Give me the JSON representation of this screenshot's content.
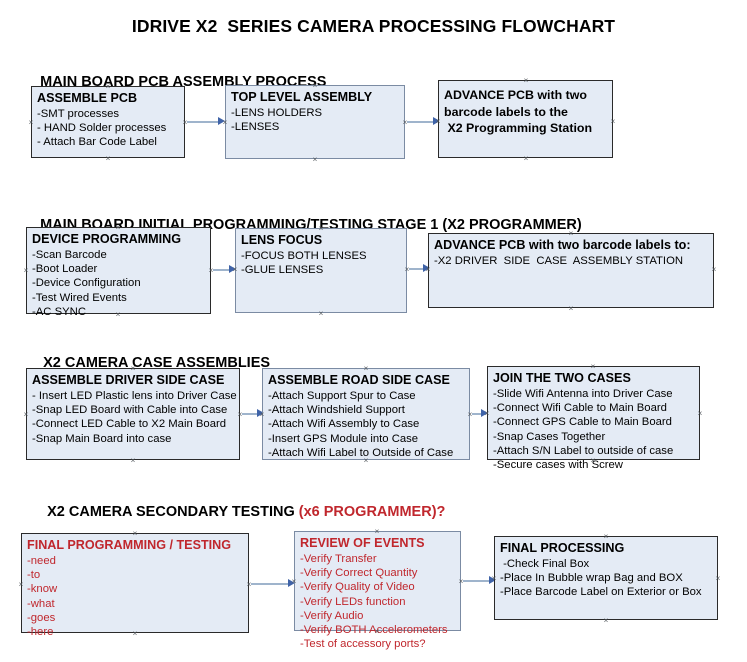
{
  "document": {
    "title": "IDRIVE X2  SERIES CAMERA PROCESSING FLOWCHART",
    "accent_color": "#c0272d",
    "box_fill": "#e4ebf5",
    "connector_color": "#9fb4cc",
    "arrow_color": "#3f63a8"
  },
  "sections": [
    {
      "heading": "MAIN BOARD PCB ASSEMBLY PROCESS",
      "heading_accent": "",
      "boxes": [
        {
          "name": "assemble-pcb",
          "title": "ASSEMBLE PCB",
          "lines": [
            "-SMT processes",
            "- HAND Solder processes",
            "- Attach Bar Code Label"
          ]
        },
        {
          "name": "top-level-assembly",
          "title": "TOP LEVEL ASSEMBLY",
          "lines": [
            "-LENS HOLDERS",
            "-LENSES"
          ]
        },
        {
          "name": "advance-pcb-programming-station",
          "title": "",
          "lines": [
            "ADVANCE PCB with two",
            "barcode labels to the",
            " X2 Programming Station"
          ]
        }
      ]
    },
    {
      "heading": "MAIN BOARD INITIAL PROGRAMMING/TESTING STAGE 1 (X2 PROGRAMMER)",
      "heading_accent": "",
      "boxes": [
        {
          "name": "device-programming",
          "title": "DEVICE PROGRAMMING",
          "lines": [
            "-Scan Barcode",
            "-Boot Loader",
            "-Device Configuration",
            "-Test Wired Events",
            "-AC SYNC"
          ]
        },
        {
          "name": "lens-focus",
          "title": "LENS FOCUS",
          "lines": [
            "-FOCUS BOTH LENSES",
            "-GLUE LENSES"
          ]
        },
        {
          "name": "advance-pcb-driver-side-case",
          "title": "ADVANCE PCB with two barcode labels to:",
          "lines": [
            "-X2 DRIVER  SIDE  CASE  ASSEMBLY STATION"
          ]
        }
      ]
    },
    {
      "heading": "X2 CAMERA CASE ASSEMBLIES",
      "heading_accent": "",
      "boxes": [
        {
          "name": "assemble-driver-side-case",
          "title": "ASSEMBLE DRIVER SIDE CASE",
          "lines": [
            "- Insert LED Plastic lens into Driver Case",
            "-Snap LED Board with Cable into Case",
            "-Connect LED Cable to X2 Main Board",
            "-Snap Main Board into case"
          ]
        },
        {
          "name": "assemble-road-side-case",
          "title": "ASSEMBLE ROAD SIDE CASE",
          "lines": [
            "-Attach Support Spur to Case",
            "-Attach Windshield Support",
            "-Attach Wifi Assembly to Case",
            "-Insert GPS Module into Case",
            "-Attach Wifi Label to Outside of Case"
          ]
        },
        {
          "name": "join-the-two-cases",
          "title": "JOIN THE TWO CASES",
          "lines": [
            "-Slide Wifi Antenna into Driver Case",
            "-Connect Wifi Cable to Main Board",
            "-Connect GPS Cable to Main Board",
            "-Snap Cases Together",
            "-Attach S/N Label to outside of case",
            "-Secure cases with Screw"
          ]
        }
      ]
    },
    {
      "heading": "X2 CAMERA SECONDARY TESTING ",
      "heading_accent": "(x6 PROGRAMMER)?",
      "boxes": [
        {
          "name": "final-programming-testing",
          "title": "FINAL PROGRAMMING / TESTING",
          "lines": [
            "-need",
            "-to",
            "-know",
            "-what",
            "-goes",
            "-here"
          ]
        },
        {
          "name": "review-of-events",
          "title": "REVIEW OF EVENTS",
          "lines": [
            "-Verify Transfer",
            "-Verify Correct Quantity",
            "-Verify Quality of Video",
            "-Verify LEDs function",
            "-Verify Audio",
            "-Verify BOTH Accelerometers",
            "-Test of accessory ports?"
          ]
        },
        {
          "name": "final-processing",
          "title": "FINAL PROCESSING",
          "lines": [
            " -Check Final Box",
            "-Place In Bubble wrap Bag and BOX",
            "-Place Barcode Label on Exterior or Box"
          ]
        }
      ]
    }
  ]
}
